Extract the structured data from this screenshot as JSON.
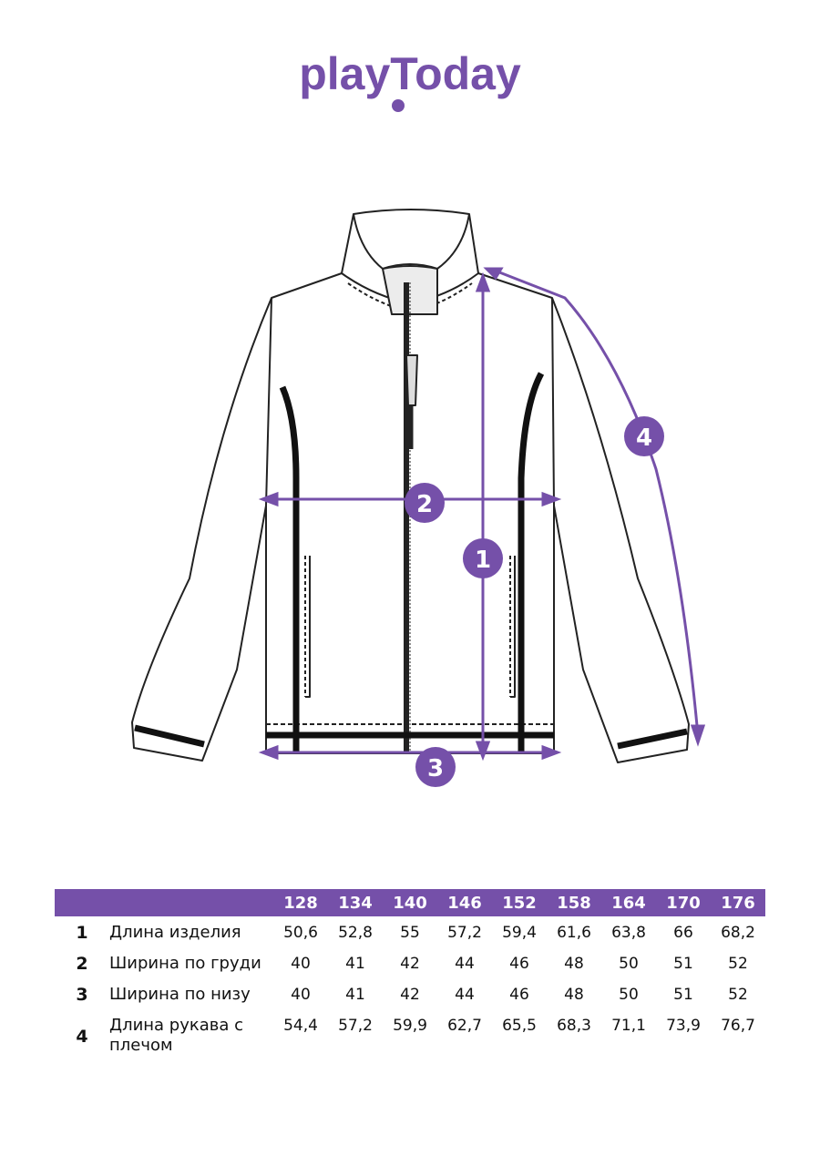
{
  "brand": {
    "logo_text": "playToday",
    "accent": "#7550a9"
  },
  "diagram": {
    "markers": [
      {
        "id": "1",
        "label": "1"
      },
      {
        "id": "2",
        "label": "2"
      },
      {
        "id": "3",
        "label": "3"
      },
      {
        "id": "4",
        "label": "4"
      }
    ]
  },
  "size_table": {
    "sizes": [
      "128",
      "134",
      "140",
      "146",
      "152",
      "158",
      "164",
      "170",
      "176"
    ],
    "rows": [
      {
        "num": "1",
        "label": "Длина изделия",
        "values": [
          "50,6",
          "52,8",
          "55",
          "57,2",
          "59,4",
          "61,6",
          "63,8",
          "66",
          "68,2"
        ]
      },
      {
        "num": "2",
        "label": "Ширина по груди",
        "values": [
          "40",
          "41",
          "42",
          "44",
          "46",
          "48",
          "50",
          "51",
          "52"
        ]
      },
      {
        "num": "3",
        "label": "Ширина по низу",
        "values": [
          "40",
          "41",
          "42",
          "44",
          "46",
          "48",
          "50",
          "51",
          "52"
        ]
      },
      {
        "num": "4",
        "label": "Длина рукава с плечом",
        "values": [
          "54,4",
          "57,2",
          "59,9",
          "62,7",
          "65,5",
          "68,3",
          "71,1",
          "73,9",
          "76,7"
        ]
      }
    ]
  }
}
